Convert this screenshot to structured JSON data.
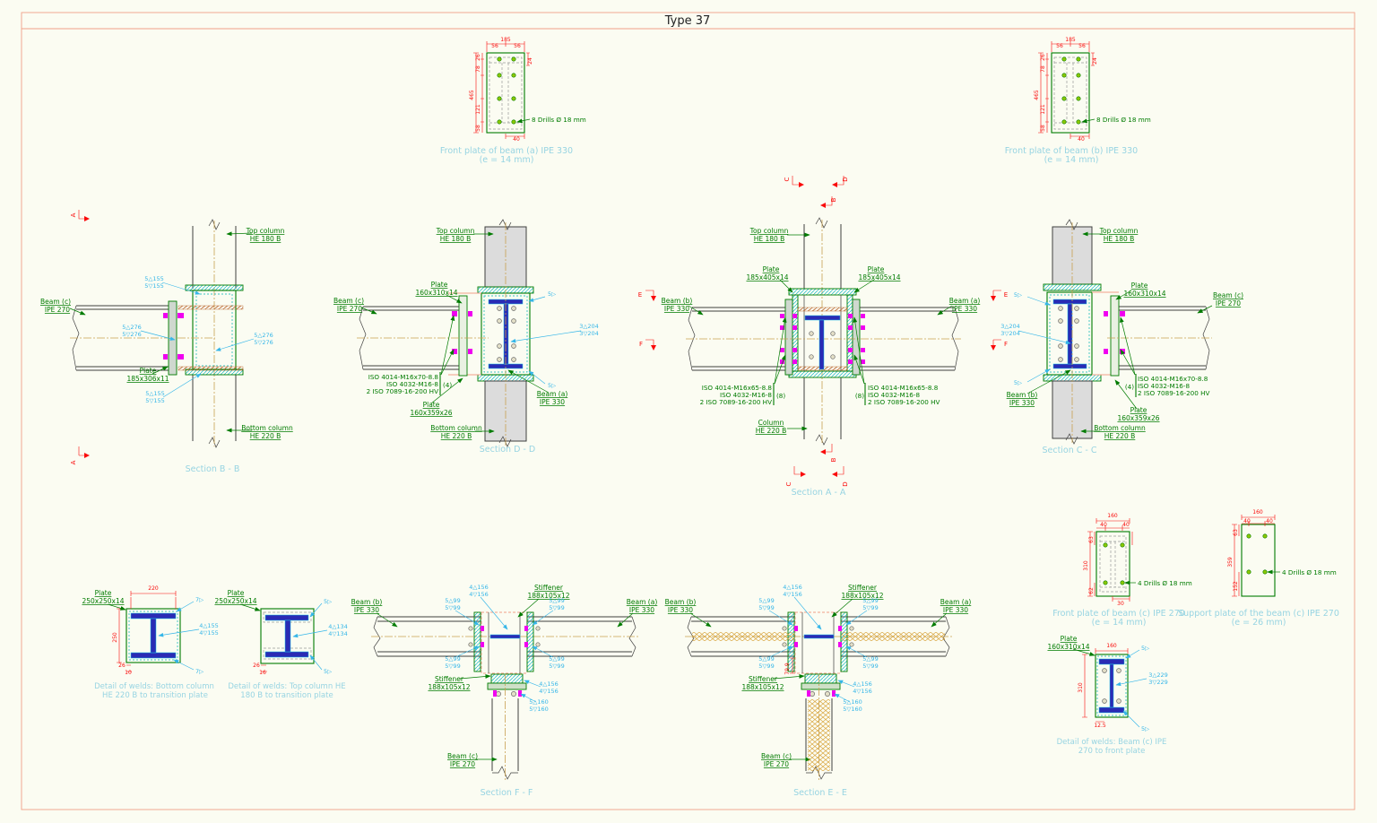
{
  "title": "Type 37",
  "colors": {
    "frame": "#efa18b",
    "green": "#007b00",
    "caption_cyan": "#97d4e2",
    "weld_cyan": "#35b6e8",
    "dim_red": "#fa0a0a",
    "magenta": "#f000f0",
    "steel": "#3f3f3f",
    "steel_blue": "#2b2bb4",
    "centerline_tan": "#c8a050",
    "hatch_rust": "#b35a1f",
    "bolt_lime": "#8cc800",
    "column_gray": "#dcdcdc"
  },
  "labels": {
    "plate": "Plate",
    "top_column": "Top column",
    "bottom_column": "Bottom column",
    "column": "Column",
    "he180": "HE 180 B",
    "he220": "HE 220 B",
    "beam_a": "Beam (a)",
    "beam_b": "Beam (b)",
    "beam_c": "Beam (c)",
    "ipe330": "IPE 330",
    "ipe270": "IPE 270",
    "stiffener": "Stiffener",
    "stiffener_size": "188x105x12",
    "drills8": "8 Drills Ø 18 mm",
    "drills4": "4 Drills Ø 18 mm",
    "plate_bb": "185x306x11",
    "plate_aa": "185x405x14",
    "plate_front": "160x310x14",
    "plate_support": "160x359x26",
    "plate_trans": "250x250x14",
    "iso_m16x70": "ISO 4014-M16x70-8.8",
    "iso_m16x65": "ISO 4014-M16x65-8.8",
    "iso_nut": "ISO 4032-M16-8",
    "iso_washers": "2 ISO 7089-16-200 HV",
    "qty4": "(4)",
    "qty8": "(8)"
  },
  "captions": {
    "front_a1": "Front plate of beam (a) IPE 330",
    "front_a2": "(e = 14 mm)",
    "front_b1": "Front plate of beam (b) IPE 330",
    "front_b2": "(e = 14 mm)",
    "front_c1": "Front plate of beam (c) IPE 270",
    "front_c2": "(e = 14 mm)",
    "support_c1": "Support plate of the beam (c) IPE 270",
    "support_c2": "(e = 26 mm)",
    "sec_aa": "Section A - A",
    "sec_bb": "Section B - B",
    "sec_cc": "Section C - C",
    "sec_dd": "Section D - D",
    "sec_ee": "Section E - E",
    "sec_ff": "Section F - F",
    "det_bottom1": "Detail of welds: Bottom column",
    "det_bottom2": "HE 220 B  to transition plate",
    "det_top1": "Detail of welds: Top column HE",
    "det_top2": "180 B  to transition plate",
    "det_beam1": "Detail of welds: Beam (c) IPE",
    "det_beam2": "270 to front plate"
  },
  "welds": {
    "s155": [
      "5△155",
      "5▽155"
    ],
    "s276": [
      "5△276",
      "5▽276"
    ],
    "s204": [
      "3△204",
      "3▽204"
    ],
    "s156": [
      "4△156",
      "4▽156"
    ],
    "s99": [
      "5△99",
      "5▽99"
    ],
    "s160": [
      "5△160",
      "5▽160"
    ],
    "s134": [
      "4△134",
      "4▽134"
    ],
    "s229": [
      "3△229",
      "3▽229"
    ],
    "s155d": [
      "4△155",
      "4▽155"
    ],
    "f5": "5▷",
    "f7": "7▷"
  },
  "markers": {
    "a": "A",
    "b": "B",
    "c": "C",
    "d": "D",
    "e": "E",
    "f": "F"
  },
  "dims": {
    "fp_ab": {
      "w": "185",
      "wl": "56",
      "wr": "56",
      "h": "465",
      "s26": "26",
      "s78": "78",
      "s121": "121",
      "s58": "58",
      "s24": "24",
      "s40": "40"
    },
    "fp_c": {
      "w": "160",
      "wl": "40",
      "wr": "40",
      "h": "310",
      "s63": "63",
      "s62": "62",
      "s30": "30"
    },
    "sup_c": {
      "w": "160",
      "wl": "40",
      "wr": "40",
      "h": "359",
      "s63": "63",
      "s152": "152"
    },
    "det_bottom": {
      "w": "220",
      "h": "250",
      "s26": "26",
      "s10": "10"
    },
    "det_top": {
      "s26": "26",
      "s16": "16"
    },
    "det_beam": {
      "w": "160",
      "h": "310",
      "s125": "12.5"
    },
    "ee": {
      "s799": "79.9"
    }
  }
}
